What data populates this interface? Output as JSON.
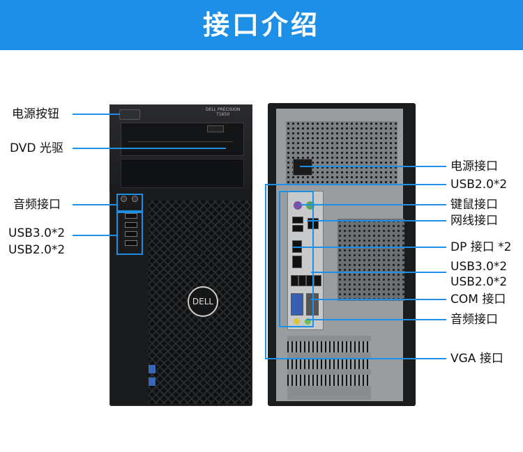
{
  "header": {
    "title": "接口介绍"
  },
  "colors": {
    "accent": "#1e8fe6",
    "brand_blue": "#3a66b8"
  },
  "front": {
    "brand_line1": "DELL PRECISION",
    "brand_line2": "T1650",
    "logo_text": "DELL",
    "labels": {
      "power_button": "电源按钮",
      "dvd": "DVD 光驱",
      "audio": "音频接口",
      "usb30": "USB3.0*2",
      "usb20": "USB2.0*2"
    }
  },
  "rear": {
    "labels": {
      "power_port": "电源接口",
      "usb20": "USB2.0*2",
      "ps2": "键鼠接口",
      "lan": "网线接口",
      "dp": "DP 接口 *2",
      "usb30": "USB3.0*2",
      "usb20b": "USB2.0*2",
      "com": "COM 接口",
      "audio": "音频接口",
      "vga": "VGA 接口"
    }
  }
}
